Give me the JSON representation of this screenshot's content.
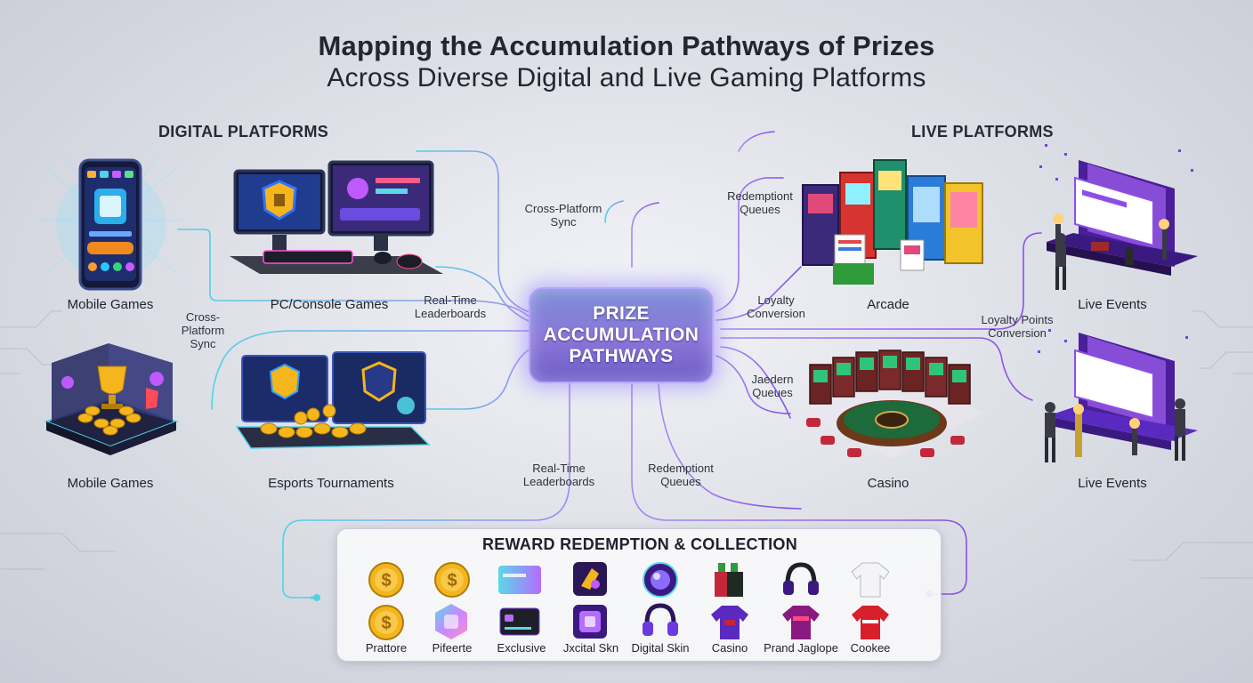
{
  "title": {
    "line1": "Mapping the Accumulation Pathways of Prizes",
    "line2": "Across Diverse Digital and Live Gaming Platforms"
  },
  "sections": {
    "digital": "DIGITAL PLATFORMS",
    "live": "LIVE PLATFORMS"
  },
  "hub": {
    "label": "PRIZE\nACCUMULATION\nPATHWAYS"
  },
  "nodes": {
    "mobile_games_top": "Mobile Games",
    "pc_console": "PC/Console Games",
    "mobile_games_bottom": "Mobile Games",
    "esports": "Esports Tournaments",
    "arcade": "Arcade",
    "live_events_top": "Live Events",
    "casino": "Casino",
    "live_events_bottom": "Live Events"
  },
  "edge_labels": {
    "cross_sync_top": "Cross-Platform\nSync",
    "cross_sync_left": "Cross-\nPlatform\nSync",
    "realtime_top": "Real-Time\nLeaderboards",
    "realtime_bottom": "Real-Time\nLeaderboards",
    "redemption_top": "Redemptiont\nQueues",
    "loyalty_conv": "Loyalty\nConversion",
    "loyalty_points": "Loyalty Points\nConversion",
    "jaedern_queues": "Jaedern\nQueues",
    "redemption_bottom": "Redemptiont\nQueues"
  },
  "reward_panel": {
    "title": "REWARD REDEMPTION & COLLECTION",
    "items": [
      {
        "label": "Prattore",
        "top_icon": "gold-coin-icon",
        "bottom_icon": "gold-coin-icon"
      },
      {
        "label": "Pifeerte",
        "top_icon": "gold-coin-icon",
        "bottom_icon": "holographic-badge-icon"
      },
      {
        "label": "Exclusive",
        "top_icon": "gift-card-icon",
        "bottom_icon": "black-card-icon"
      },
      {
        "label": "Jxcital Skn",
        "top_icon": "skin-tile-icon",
        "bottom_icon": "purple-tile-icon"
      },
      {
        "label": "Digital Skin",
        "top_icon": "purple-orb-icon",
        "bottom_icon": "headphones-icon"
      },
      {
        "label": "Casino",
        "top_icon": "gift-box-icon",
        "bottom_icon": "hoodie-icon"
      },
      {
        "label": "Prand Jaglope",
        "top_icon": "headset-icon",
        "bottom_icon": "jacket-icon"
      },
      {
        "label": "Cookee",
        "top_icon": "white-hoodie-icon",
        "bottom_icon": "red-jersey-icon"
      }
    ]
  },
  "colors": {
    "digital_line": "#5ad8e8",
    "live_line": "#9b6cf0",
    "hub_glow": "#b8a4ff",
    "gold": "#f2b51c",
    "purple": "#7a3fe0"
  }
}
